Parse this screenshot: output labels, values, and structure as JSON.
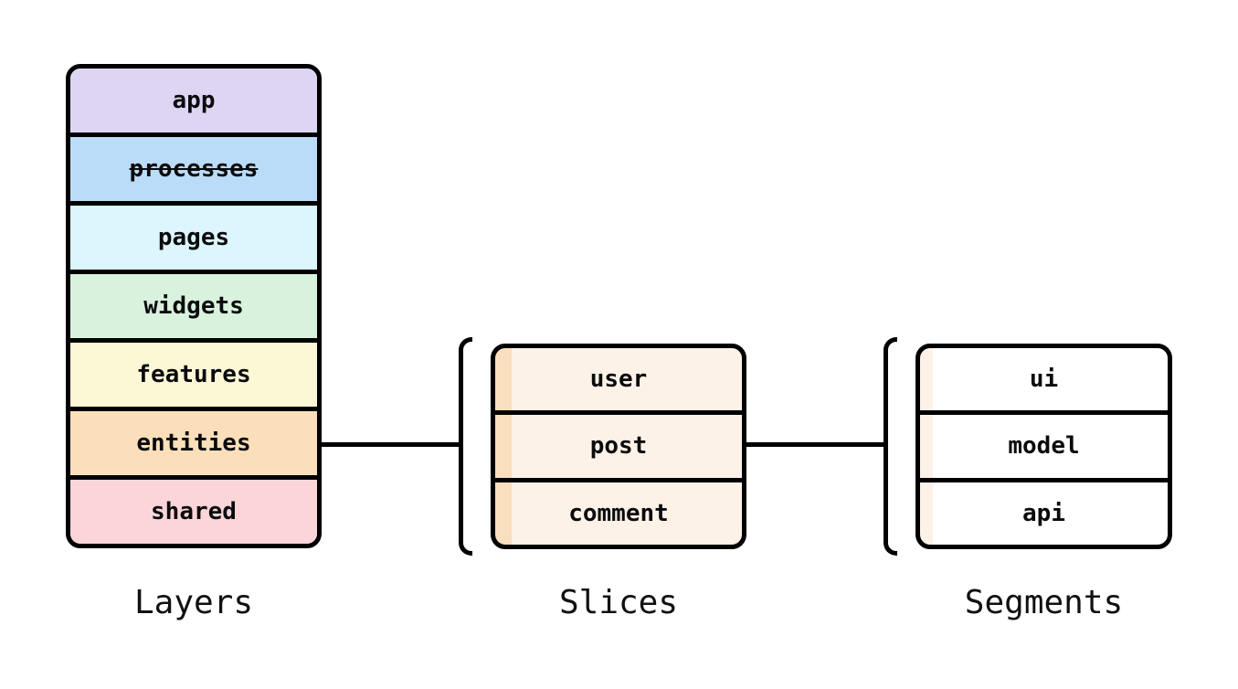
{
  "diagram": {
    "border_color": "#000000",
    "background_color": "#ffffff",
    "layers": {
      "caption": "Layers",
      "items": [
        {
          "name": "app",
          "color": "#ded5f3",
          "deprecated": false
        },
        {
          "name": "processes",
          "color": "#bbdcf8",
          "deprecated": true
        },
        {
          "name": "pages",
          "color": "#dbf6fc",
          "deprecated": false
        },
        {
          "name": "widgets",
          "color": "#d8f2dd",
          "deprecated": false
        },
        {
          "name": "features",
          "color": "#fcf7d5",
          "deprecated": false
        },
        {
          "name": "entities",
          "color": "#fbdfbb",
          "deprecated": false
        },
        {
          "name": "shared",
          "color": "#fcd5d8",
          "deprecated": false
        }
      ]
    },
    "slices": {
      "caption": "Slices",
      "accent_color": "#fadfbe",
      "background_color": "#fdf2e7",
      "items": [
        {
          "name": "user"
        },
        {
          "name": "post"
        },
        {
          "name": "comment"
        }
      ]
    },
    "segments": {
      "caption": "Segments",
      "accent_color": "#fdf2e8",
      "background_color": "#ffffff",
      "items": [
        {
          "name": "ui"
        },
        {
          "name": "model"
        },
        {
          "name": "api"
        }
      ]
    },
    "connections": [
      {
        "from": "entities",
        "to": "slices"
      },
      {
        "from": "slices",
        "to": "segments"
      }
    ]
  }
}
